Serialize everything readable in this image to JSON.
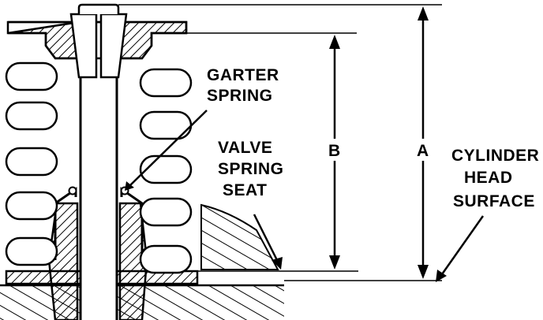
{
  "labels": {
    "garter_spring": [
      "GARTER",
      "SPRING"
    ],
    "valve_spring_seat": [
      "VALVE",
      "SPRING",
      "SEAT"
    ],
    "cylinder_head_surface": [
      "CYLINDER",
      "HEAD",
      "SURFACE"
    ],
    "dimension_a": "A",
    "dimension_b": "B"
  },
  "colors": {
    "ink": "#000000",
    "paper": "#ffffff"
  }
}
